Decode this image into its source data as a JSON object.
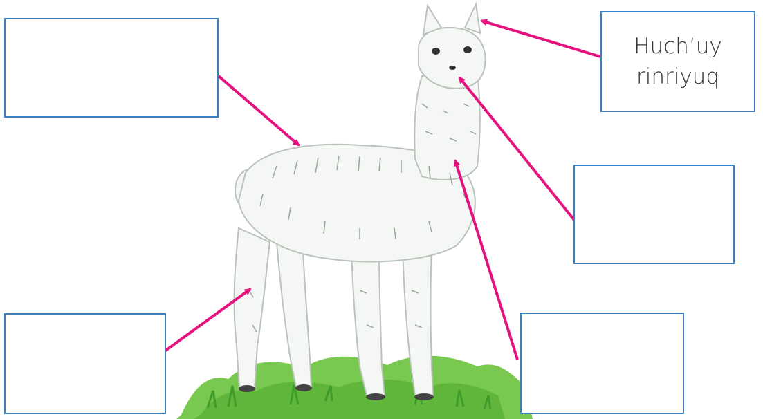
{
  "diagram": {
    "boxes": [
      {
        "id": "back",
        "text": ""
      },
      {
        "id": "ear",
        "text": "Huch’uy\nrinriyuq"
      },
      {
        "id": "mouth",
        "text": ""
      },
      {
        "id": "leg",
        "text": ""
      },
      {
        "id": "neck",
        "text": ""
      }
    ],
    "colors": {
      "arrow": "#e5117e",
      "box_border": "#3a7fc1",
      "grass": "#6cc04a"
    }
  }
}
